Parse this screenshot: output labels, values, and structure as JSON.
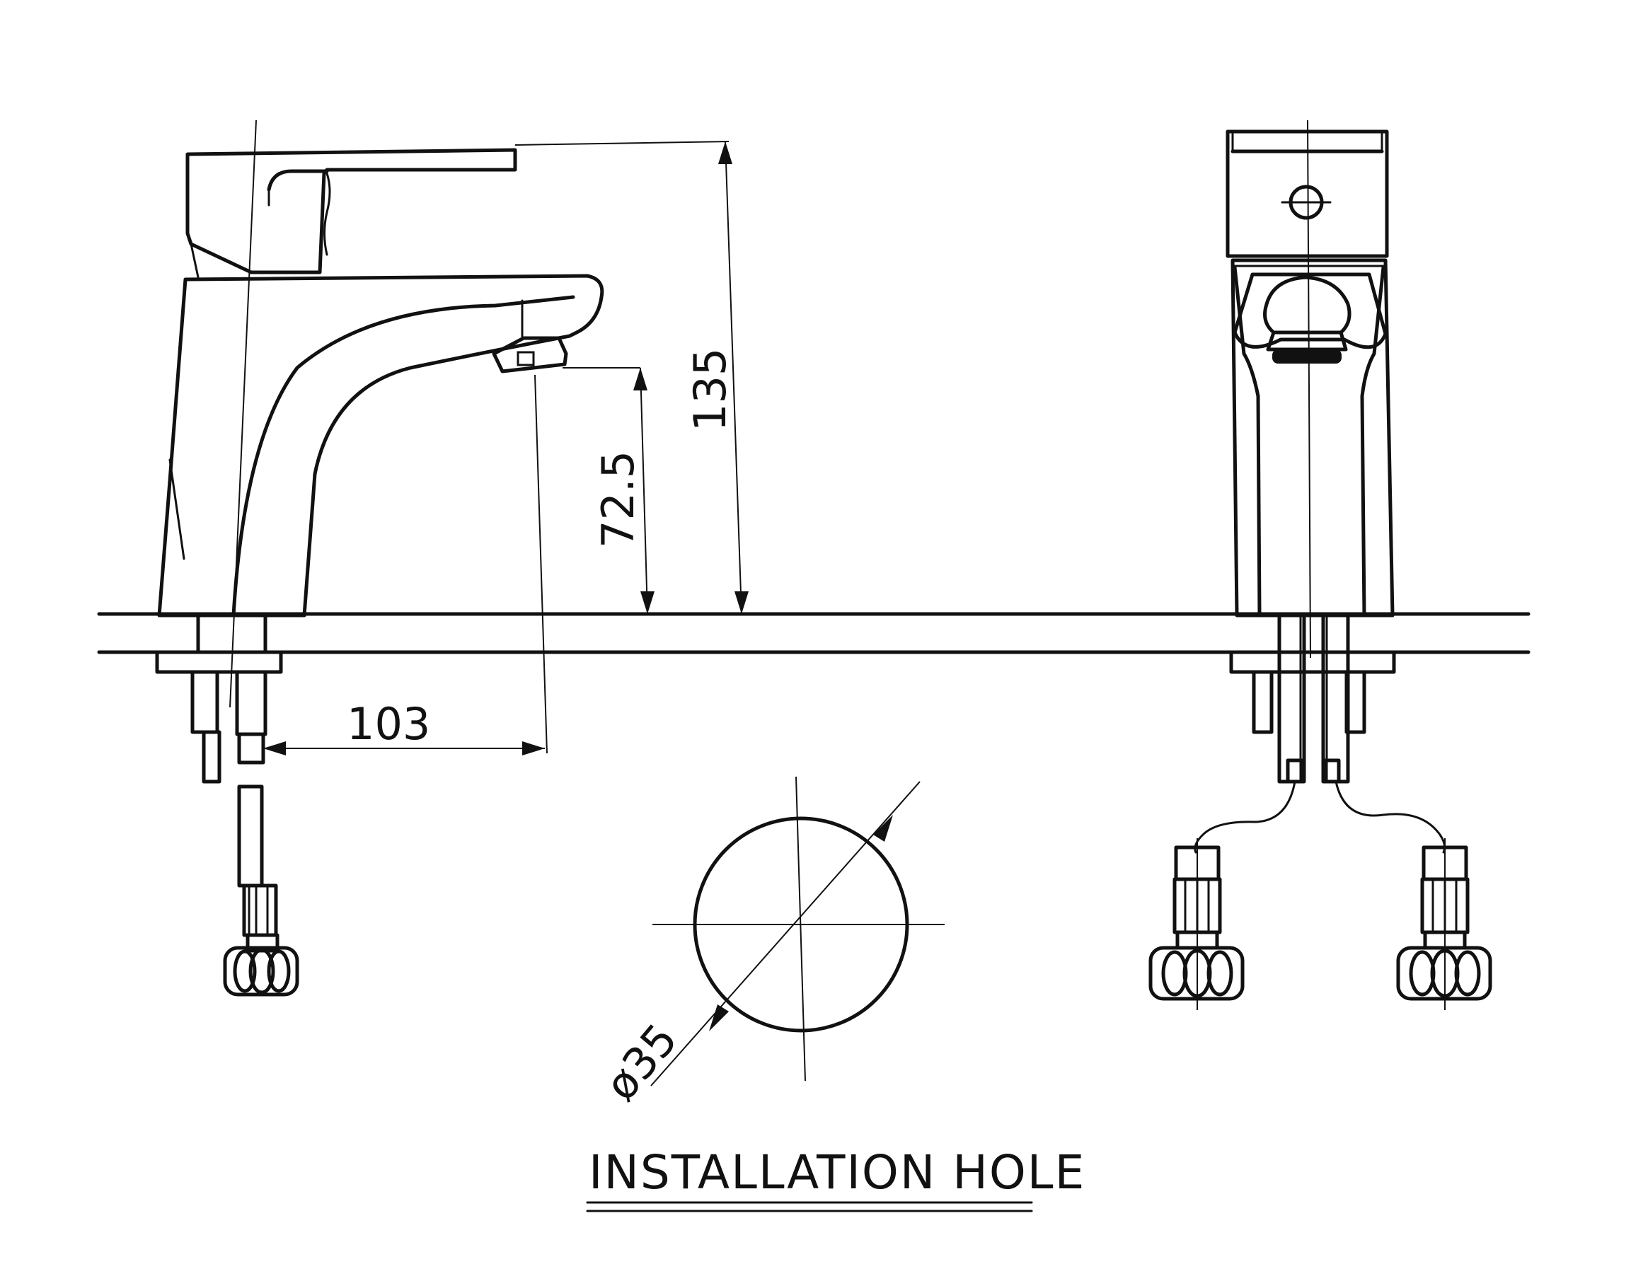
{
  "dimensions": {
    "height_total": "135",
    "height_spout": "72.5",
    "reach": "103",
    "hole_diameter": "ø35"
  },
  "caption": "INSTALLATION HOLE",
  "colors": {
    "line": "#111111",
    "background": "#ffffff"
  }
}
